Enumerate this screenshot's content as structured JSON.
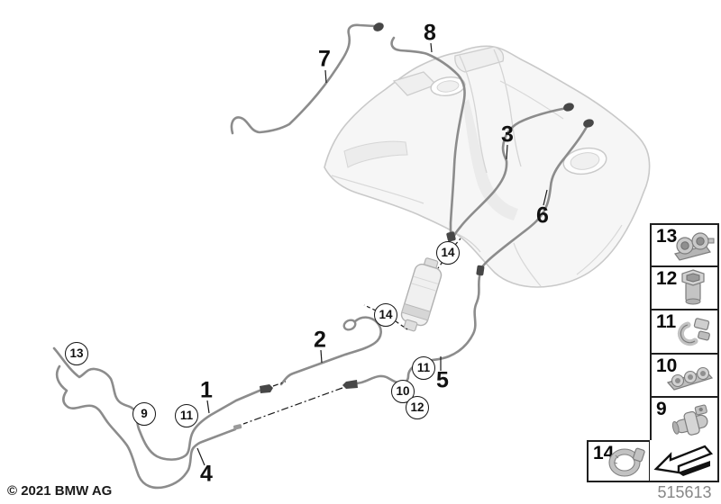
{
  "page": {
    "copyright": "© 2021 BMW AG",
    "diagram_number": "515613",
    "subject": "Fuel pipe and fastening parts diagram with fuel tank"
  },
  "colors": {
    "pipe_gray": "#8c8c8c",
    "tank_outline": "#c9c9c9",
    "connector_dark": "#474747",
    "callout_black": "#141414",
    "legend_border": "#1f1f1f",
    "diagram_number_gray": "#878787"
  },
  "callouts": [
    {
      "label": "7",
      "shape": "plain"
    },
    {
      "label": "8",
      "shape": "plain"
    },
    {
      "label": "3",
      "shape": "plain"
    },
    {
      "label": "6",
      "shape": "plain"
    },
    {
      "label": "1",
      "shape": "plain"
    },
    {
      "label": "4",
      "shape": "plain"
    },
    {
      "label": "2",
      "shape": "plain"
    },
    {
      "label": "5",
      "shape": "plain"
    },
    {
      "label": "13",
      "shape": "circled"
    },
    {
      "label": "9",
      "shape": "circled"
    },
    {
      "label": "11",
      "shape": "circled"
    },
    {
      "label": "11",
      "shape": "circled"
    },
    {
      "label": "10",
      "shape": "circled"
    },
    {
      "label": "12",
      "shape": "circled"
    },
    {
      "label": "14",
      "shape": "circled"
    },
    {
      "label": "14",
      "shape": "circled"
    }
  ],
  "legend": {
    "column_items": [
      {
        "label": "13",
        "icon": "double-pipe-clamp-icon"
      },
      {
        "label": "12",
        "icon": "cap-nut-icon"
      },
      {
        "label": "11",
        "icon": "pipe-clip-icon"
      },
      {
        "label": "10",
        "icon": "multi-pipe-clamp-icon"
      },
      {
        "label": "9",
        "icon": "pipe-holder-icon"
      }
    ],
    "row_items": [
      {
        "label": "14",
        "icon": "hose-clamp-icon"
      }
    ],
    "arrow_icon": "direction-arrow-icon"
  }
}
